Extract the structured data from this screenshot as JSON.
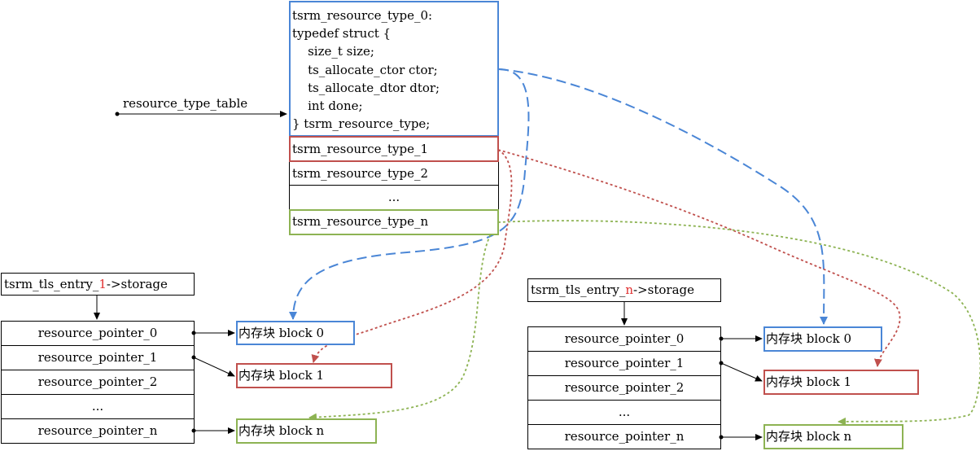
{
  "header": {
    "table_label": "resource_type_table"
  },
  "struct_box": {
    "lines": [
      "tsrm_resource_type_0:",
      "typedef struct {",
      "    size_t size;",
      "    ts_allocate_ctor ctor;",
      "    ts_allocate_dtor dtor;",
      "    int done;",
      "} tsrm_resource_type;"
    ]
  },
  "type_rows": [
    "tsrm_resource_type_1",
    "tsrm_resource_type_2",
    "...",
    "tsrm_resource_type_n"
  ],
  "left_entry": {
    "prefix": "tsrm_tls_entry_",
    "index": "1",
    "suffix": "->storage",
    "pointers": [
      "resource_pointer_0",
      "resource_pointer_1",
      "resource_pointer_2",
      "...",
      "resource_pointer_n"
    ],
    "blocks": [
      "内存块 block 0",
      "内存块 block 1",
      "内存块 block n"
    ]
  },
  "right_entry": {
    "prefix": "tsrm_tls_entry_",
    "index": "n",
    "suffix": "->storage",
    "pointers": [
      "resource_pointer_0",
      "resource_pointer_1",
      "resource_pointer_2",
      "...",
      "resource_pointer_n"
    ],
    "blocks": [
      "内存块 block 0",
      "内存块 block 1",
      "内存块 block n"
    ]
  },
  "colors": {
    "blue": "#4a86d6",
    "red": "#c0504d",
    "green": "#8db353"
  }
}
